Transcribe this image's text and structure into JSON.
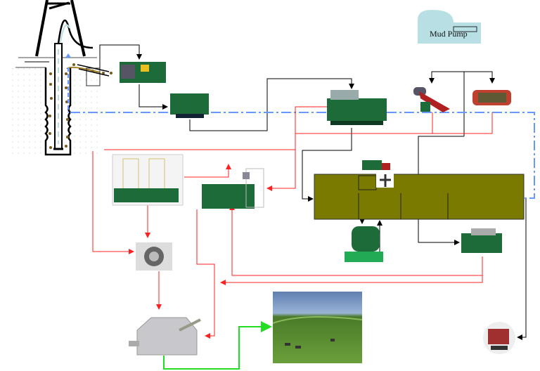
{
  "diagram": {
    "mud_pump_label": "Mud Pump",
    "colors": {
      "mud_flow": "#000000",
      "solids_flow": "#ff2020",
      "clean_mud_return": "#6699ff",
      "disposal": "#22dd22",
      "tank": "#7a7a00",
      "equipment": "#1e6b3a",
      "mud_pump_shape": "#b8e0e4"
    },
    "equipment": [
      {
        "name": "drilling-rig-wellbore",
        "icon": "derrick-icon"
      },
      {
        "name": "shale-shaker",
        "icon": "shaker-icon"
      },
      {
        "name": "desander",
        "icon": "desander-icon"
      },
      {
        "name": "mud-cleaner",
        "icon": "mud-cleaner-icon"
      },
      {
        "name": "desilter",
        "icon": "desilter-icon"
      },
      {
        "name": "hydrocyclone-manifold",
        "icon": "hydrocyclone-icon"
      },
      {
        "name": "vertical-dryer",
        "icon": "dryer-icon"
      },
      {
        "name": "screen-unit",
        "icon": "screen-icon"
      },
      {
        "name": "centrifuge",
        "icon": "centrifuge-icon"
      },
      {
        "name": "thermal-dryer",
        "icon": "thermal-dryer-icon"
      },
      {
        "name": "mud-tank",
        "icon": "tank-icon"
      },
      {
        "name": "agitator",
        "icon": "agitator-icon"
      },
      {
        "name": "vacuum-degasser",
        "icon": "degasser-icon"
      },
      {
        "name": "decanting-centrifuge",
        "icon": "decanter-icon"
      },
      {
        "name": "mud-pump-unit",
        "icon": "pump-icon"
      },
      {
        "name": "pasture-landscape",
        "icon": "landscape-icon"
      }
    ]
  }
}
